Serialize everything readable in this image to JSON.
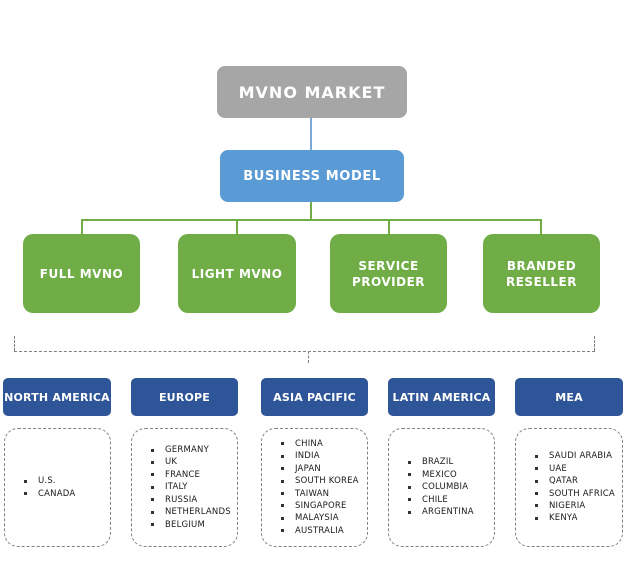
{
  "root": {
    "label": "MVNO MARKET"
  },
  "business_model": {
    "label": "BUSINESS MODEL",
    "types": [
      "FULL MVNO",
      "LIGHT MVNO",
      "SERVICE PROVIDER",
      "BRANDED RESELLER"
    ]
  },
  "regions": [
    {
      "name": "NORTH AMERICA",
      "countries": [
        "U.S.",
        "CANADA"
      ]
    },
    {
      "name": "EUROPE",
      "countries": [
        "GERMANY",
        "UK",
        "FRANCE",
        "ITALY",
        "RUSSIA",
        "NETHERLANDS",
        "BELGIUM"
      ]
    },
    {
      "name": "ASIA PACIFIC",
      "countries": [
        "CHINA",
        "INDIA",
        "JAPAN",
        "SOUTH KOREA",
        "TAIWAN",
        "SINGAPORE",
        "MALAYSIA",
        "AUSTRALIA"
      ]
    },
    {
      "name": "LATIN AMERICA",
      "countries": [
        "BRAZIL",
        "MEXICO",
        "COLUMBIA",
        "CHILE",
        "ARGENTINA"
      ]
    },
    {
      "name": "MEA",
      "countries": [
        "SAUDI ARABIA",
        "UAE",
        "QATAR",
        "SOUTH AFRICA",
        "NIGERIA",
        "KENYA"
      ]
    }
  ],
  "colors": {
    "root_gray": "#A6A6A6",
    "model_blue": "#5B9BD5",
    "type_green": "#70AD47",
    "region_navy": "#2E5597",
    "connector_blue": "#7CA9D6",
    "connector_dash_gray": "#808080",
    "box_text": "#FFFFFF",
    "list_text": "#1A1A1A"
  }
}
